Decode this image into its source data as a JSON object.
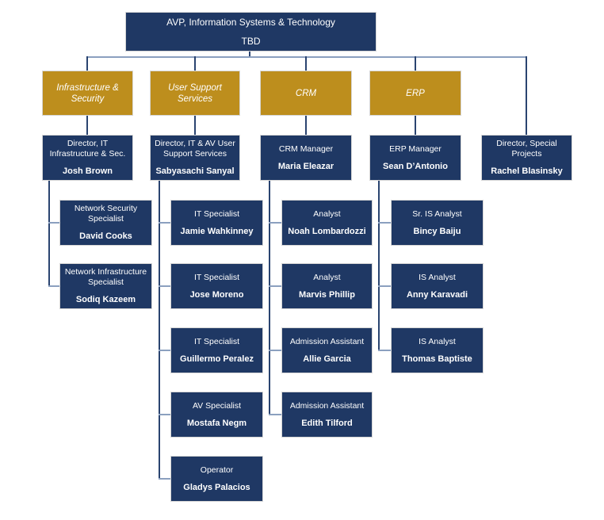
{
  "colors": {
    "navy": "#1f3864",
    "gold": "#bd8e1d",
    "line_dark": "#2a4470",
    "line_light": "#8ba0bf",
    "text": "#ffffff",
    "background": "#ffffff"
  },
  "chart": {
    "root": {
      "title": "AVP, Information Systems & Technology",
      "name": "TBD"
    },
    "groups": [
      {
        "label": "Infrastructure & Security",
        "manager": {
          "title": "Director, IT Infrastructure & Sec.",
          "name": "Josh Brown"
        },
        "reports": [
          {
            "title": "Network Security Specialist",
            "name": "David Cooks"
          },
          {
            "title": "Network Infrastructure Specialist",
            "name": "Sodiq Kazeem"
          }
        ]
      },
      {
        "label": "User Support Services",
        "manager": {
          "title": "Director, IT & AV User Support Services",
          "name": "Sabyasachi Sanyal"
        },
        "reports": [
          {
            "title": "IT Specialist",
            "name": "Jamie Wahkinney"
          },
          {
            "title": "IT Specialist",
            "name": "Jose Moreno"
          },
          {
            "title": "IT Specialist",
            "name": "Guillermo Peralez"
          },
          {
            "title": "AV Specialist",
            "name": "Mostafa Negm"
          },
          {
            "title": "Operator",
            "name": "Gladys Palacios"
          }
        ]
      },
      {
        "label": "CRM",
        "manager": {
          "title": "CRM Manager",
          "name": "Maria Eleazar"
        },
        "reports": [
          {
            "title": "Analyst",
            "name": "Noah Lombardozzi"
          },
          {
            "title": "Analyst",
            "name": "Marvis Phillip"
          },
          {
            "title": "Admission Assistant",
            "name": "Allie Garcia"
          },
          {
            "title": "Admission Assistant",
            "name": "Edith Tilford"
          }
        ]
      },
      {
        "label": "ERP",
        "manager": {
          "title": "ERP Manager",
          "name": "Sean D’Antonio"
        },
        "reports": [
          {
            "title": "Sr. IS Analyst",
            "name": "Bincy Baiju"
          },
          {
            "title": "IS Analyst",
            "name": "Anny Karavadi"
          },
          {
            "title": "IS Analyst",
            "name": "Thomas Baptiste"
          }
        ]
      }
    ],
    "standalone": {
      "title": "Director, Special Projects",
      "name": "Rachel Blasinsky"
    }
  }
}
